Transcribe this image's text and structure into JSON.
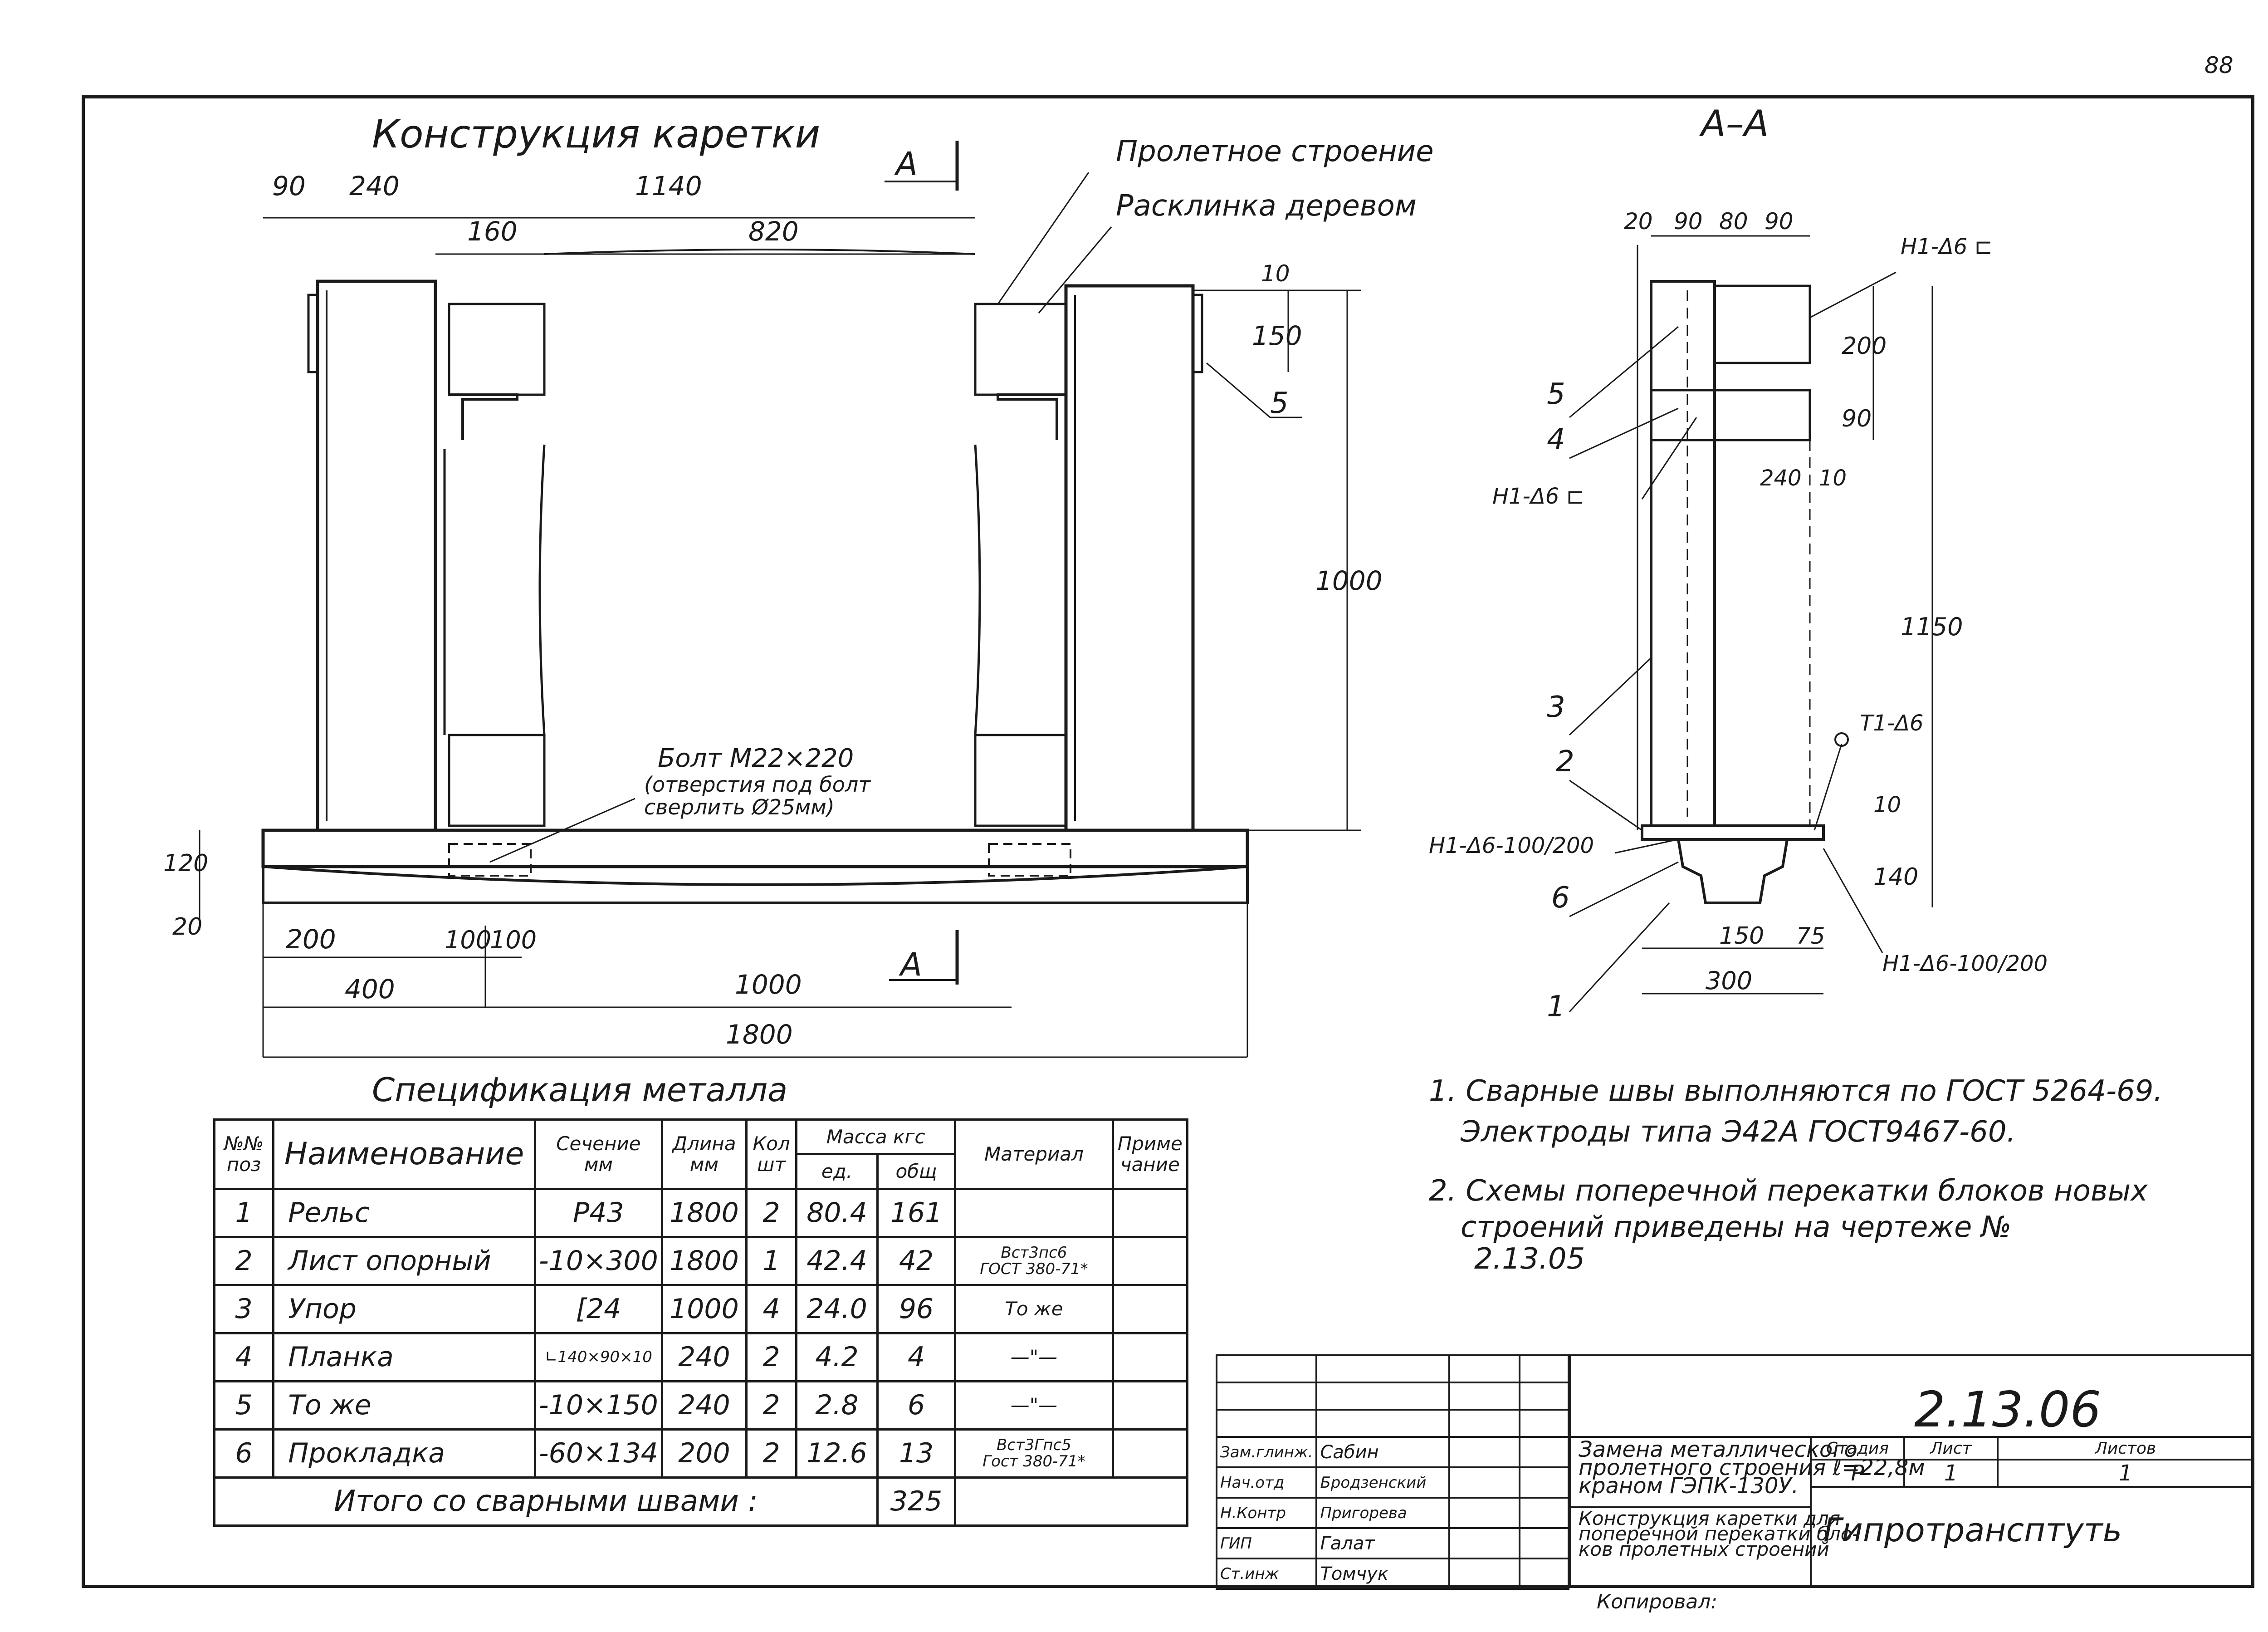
{
  "page_number": "88",
  "main_view": {
    "title": "Конструкция каретки",
    "section_marker": "А",
    "label_span": "Пролетное строение",
    "label_wedge": "Расклинка деревом",
    "bolt_line1": "Болт М22×220",
    "bolt_line2": "(отверстия под болт",
    "bolt_line3": "сверлить Ø25мм)",
    "part_5": "5",
    "dims": {
      "d90": "90",
      "d240": "240",
      "d1140": "1140",
      "d160": "160",
      "d820": "820",
      "d10": "10",
      "d150": "150",
      "d1000": "1000",
      "d120": "120",
      "d20": "20",
      "d200": "200",
      "d100a": "100",
      "d100b": "100",
      "d400": "400",
      "d1000b": "1000",
      "d1800": "1800"
    }
  },
  "section_view": {
    "title": "А–А",
    "dims": {
      "d20": "20",
      "d90a": "90",
      "d80": "80",
      "d90b": "90",
      "d200": "200",
      "d90c": "90",
      "d240": "240",
      "d10a": "10",
      "d1150": "1150",
      "d10b": "10",
      "d140": "140",
      "d150": "150",
      "d75": "75",
      "d300": "300"
    },
    "weld_top": "Н1-Δ6 ⊏",
    "weld_mid": "Н1-Δ6 ⊏",
    "weld_t1": "Т1-Δ6",
    "weld_left": "Н1-Δ6-100/200",
    "weld_right": "Н1-Δ6-100/200",
    "parts": [
      "1",
      "2",
      "3",
      "4",
      "5",
      "6"
    ]
  },
  "spec": {
    "title": "Спецификация металла",
    "headers": {
      "pos_line1": "№№",
      "pos_line2": "поз",
      "name": "Наименование",
      "section_line1": "Сечение",
      "section_line2": "мм",
      "length_line1": "Длина",
      "length_line2": "мм",
      "qty_line1": "Кол",
      "qty_line2": "шт",
      "mass": "Масса кгс",
      "mass_unit": "ед.",
      "mass_total": "общ",
      "material": "Материал",
      "note_line1": "Приме",
      "note_line2": "чание"
    },
    "rows": [
      {
        "pos": "1",
        "name": "Рельс",
        "section": "Р43",
        "length": "1800",
        "qty": "2",
        "unit": "80.4",
        "total": "161",
        "mat1": "",
        "mat2": "",
        "note": ""
      },
      {
        "pos": "2",
        "name": "Лист опорный",
        "section": "-10×300",
        "length": "1800",
        "qty": "1",
        "unit": "42.4",
        "total": "42",
        "mat1": "Вст3пс6",
        "mat2": "ГОСТ 380-71*",
        "note": ""
      },
      {
        "pos": "3",
        "name": "Упор",
        "section": "[24",
        "length": "1000",
        "qty": "4",
        "unit": "24.0",
        "total": "96",
        "mat1": "То же",
        "mat2": "",
        "note": ""
      },
      {
        "pos": "4",
        "name": "Планка",
        "section": "∟140×90×10",
        "length": "240",
        "qty": "2",
        "unit": "4.2",
        "total": "4",
        "mat1": "—\"—",
        "mat2": "",
        "note": ""
      },
      {
        "pos": "5",
        "name": "То же",
        "section": "-10×150",
        "length": "240",
        "qty": "2",
        "unit": "2.8",
        "total": "6",
        "mat1": "—\"—",
        "mat2": "",
        "note": ""
      },
      {
        "pos": "6",
        "name": "Прокладка",
        "section": "-60×134",
        "length": "200",
        "qty": "2",
        "unit": "12.6",
        "total": "13",
        "mat1": "Вст3Гпс5",
        "mat2": "Гост 380-71*",
        "note": ""
      }
    ],
    "total_label": "Итого со сварными швами :",
    "total_value": "325"
  },
  "notes": {
    "n1_line1": "1. Сварные швы выполняются по ГОСТ 5264-69.",
    "n1_line2": "Электроды типа Э42А  ГОСТ9467-60.",
    "n2_line1": "2. Схемы поперечной перекатки блоков новых",
    "n2_line2": "строений приведены на чертеже №",
    "n2_line3": "2.13.05"
  },
  "title_block": {
    "sheet_code": "2.13.06",
    "roles": [
      "Зам.глинж.",
      "Нач.отд",
      "Н.Контр",
      "ГИП",
      "Ст.инж"
    ],
    "names": [
      "Сабин",
      "Бродзенский",
      "Пригорева",
      "Галат",
      "Томчук"
    ],
    "desc1_line1": "Замена металлического",
    "desc1_line2": "пролетного строения ℓ=22,8м",
    "desc1_line3": "краном ГЭПК-130У.",
    "desc2_line1": "Конструкция каретки для",
    "desc2_line2": "поперечной перекатки бло-",
    "desc2_line3": "ков пролетных строений",
    "stage_label": "Стадия",
    "sheet_label": "Лист",
    "sheets_label": "Листов",
    "stage_value": "Р",
    "sheet_value": "1",
    "sheets_value": "1",
    "org": "Гипротрансптуть",
    "copied": "Копировал:"
  }
}
